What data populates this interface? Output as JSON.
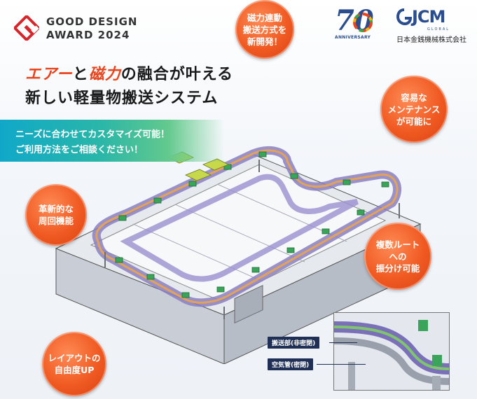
{
  "award": {
    "line1": "GOOD DESIGN",
    "line2": "AWARD 2024"
  },
  "anniversary": {
    "number": "70",
    "label": "ANNIVERSARY"
  },
  "company": {
    "logo_text": "JCM",
    "logo_sub": "GLOBAL",
    "name": "日本金銭機械株式会社"
  },
  "headline": {
    "line1_parts": [
      "エアー",
      "と",
      "磁力",
      "の融合が叶える"
    ],
    "line2": "新しい軽量物搬送システム"
  },
  "banner": {
    "line1": "ニーズに合わせてカスタマイズ可能！",
    "line2": "ご利用方法をご相談ください！"
  },
  "features": [
    {
      "id": "magnetic",
      "lines": [
        "磁力連動",
        "搬送方式を",
        "新開発！"
      ]
    },
    {
      "id": "maintenance",
      "lines": [
        "容易な",
        "メンテナンス",
        "が可能に"
      ]
    },
    {
      "id": "circulation",
      "lines": [
        "革新的な",
        "周回機能"
      ]
    },
    {
      "id": "routes",
      "lines": [
        "複数ルート",
        "への",
        "振分け可能"
      ]
    },
    {
      "id": "layout",
      "lines": [
        "レイアウトの",
        "自由度UP"
      ]
    }
  ],
  "inset": {
    "label_transport": "搬送部(非密閉)",
    "label_air": "空気管(密閉)"
  },
  "colors": {
    "accent": "#e8441e",
    "bubble": "#f05a22",
    "navy": "#1f2f55",
    "brand_blue": "#2a4d8f"
  }
}
